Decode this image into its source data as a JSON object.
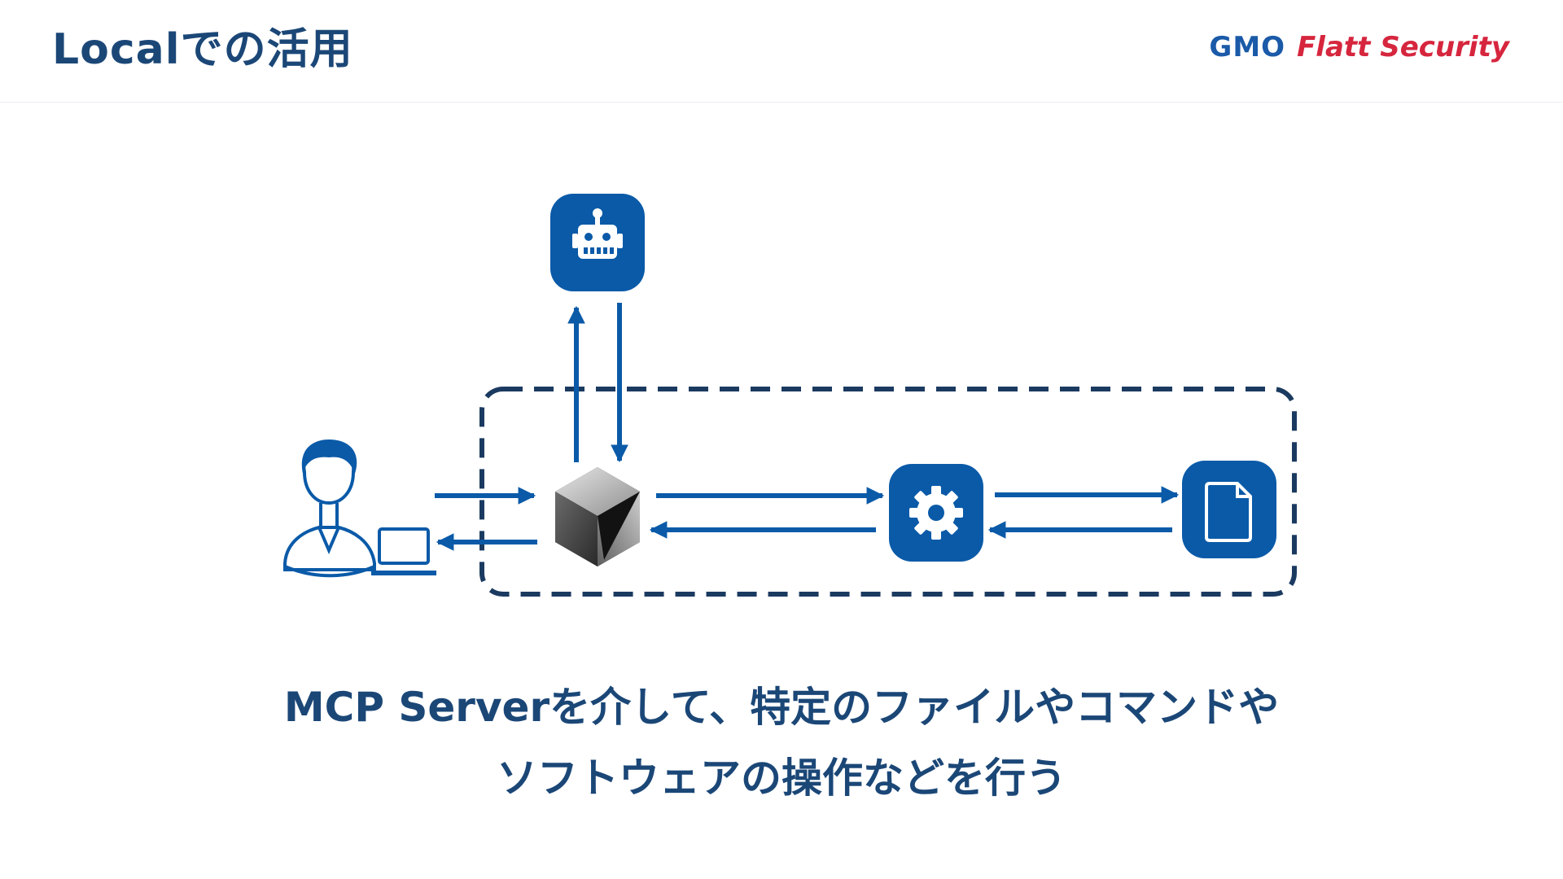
{
  "slide": {
    "title": "Localでの活用",
    "caption_line1": "MCP Serverを介して、特定のファイルやコマンドや",
    "caption_line2": "ソフトウェアの操作などを行う"
  },
  "logo": {
    "gmo": "GMO",
    "flatt": "Flatt Security"
  },
  "diagram": {
    "nodes": [
      "user-with-laptop-icon",
      "robot-icon",
      "cursor-app-icon",
      "gear-icon",
      "file-icon"
    ],
    "colors": {
      "accent": "#0a5aa8",
      "boundary": "#1b3a60",
      "title": "#1b4777",
      "logo_blue": "#1a5aa8",
      "logo_red": "#d6263e"
    }
  }
}
